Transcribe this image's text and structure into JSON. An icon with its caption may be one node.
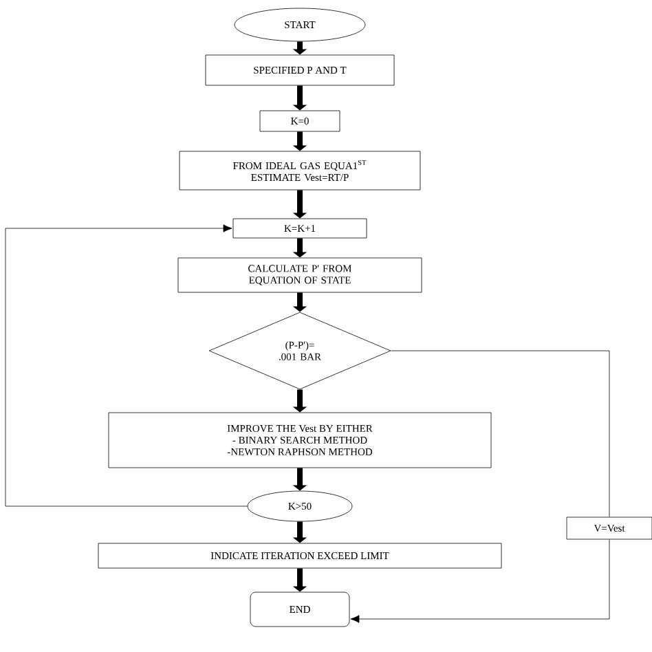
{
  "diagram": {
    "nodes": [
      {
        "text": [
          "START"
        ]
      },
      {
        "text": [
          "SPECIFIED P AND T"
        ]
      },
      {
        "text": [
          "K=0"
        ]
      },
      {
        "text": [
          "FROM IDEAL GAS EQUA1$^{ST}$ ESTIMATE Vest=RT/P"
        ]
      },
      {
        "text": [
          "K=K+1"
        ]
      },
      {
        "text": [
          "CALCULATE P' FROM EQUATION OF STATE"
        ]
      },
      {
        "text": [
          "(P-P')= .001 BAR"
        ]
      },
      {
        "text": [
          "IMPROVE THE Vest BY EITHER",
          "- BINARY SEARCH METHOD",
          "-NEWTON RAPHSON METHOD"
        ]
      },
      {
        "text": [
          "K>50"
        ]
      },
      {
        "text": [
          "INDICATE ITERATION EXCEED LIMIT"
        ]
      },
      {
        "text": [
          "END"
        ]
      },
      {
        "text": [
          "V=Vest"
        ]
      }
    ],
    "edges": [
      {
        "from": 0,
        "to": 1,
        "arrow": "to"
      },
      {
        "from": 1,
        "to": 2,
        "arrow": "to"
      },
      {
        "from": 2,
        "to": 3,
        "arrow": "to"
      },
      {
        "from": 3,
        "to": 4,
        "arrow": "to"
      },
      {
        "from": 4,
        "to": 5,
        "arrow": "to"
      },
      {
        "from": 5,
        "to": 6,
        "arrow": "to"
      },
      {
        "from": 6,
        "to": 7,
        "arrow": "to"
      },
      {
        "from": 7,
        "to": 8,
        "arrow": "to"
      },
      {
        "from": 8,
        "to": 9,
        "arrow": "to"
      },
      {
        "from": 9,
        "to": 10,
        "arrow": "to"
      },
      {
        "from": 8,
        "to": 4,
        "arrow": "to"
      },
      {
        "from": 6,
        "to": 11,
        "arrow": "none"
      },
      {
        "from": 11,
        "to": 10,
        "arrow": "to"
      }
    ]
  }
}
